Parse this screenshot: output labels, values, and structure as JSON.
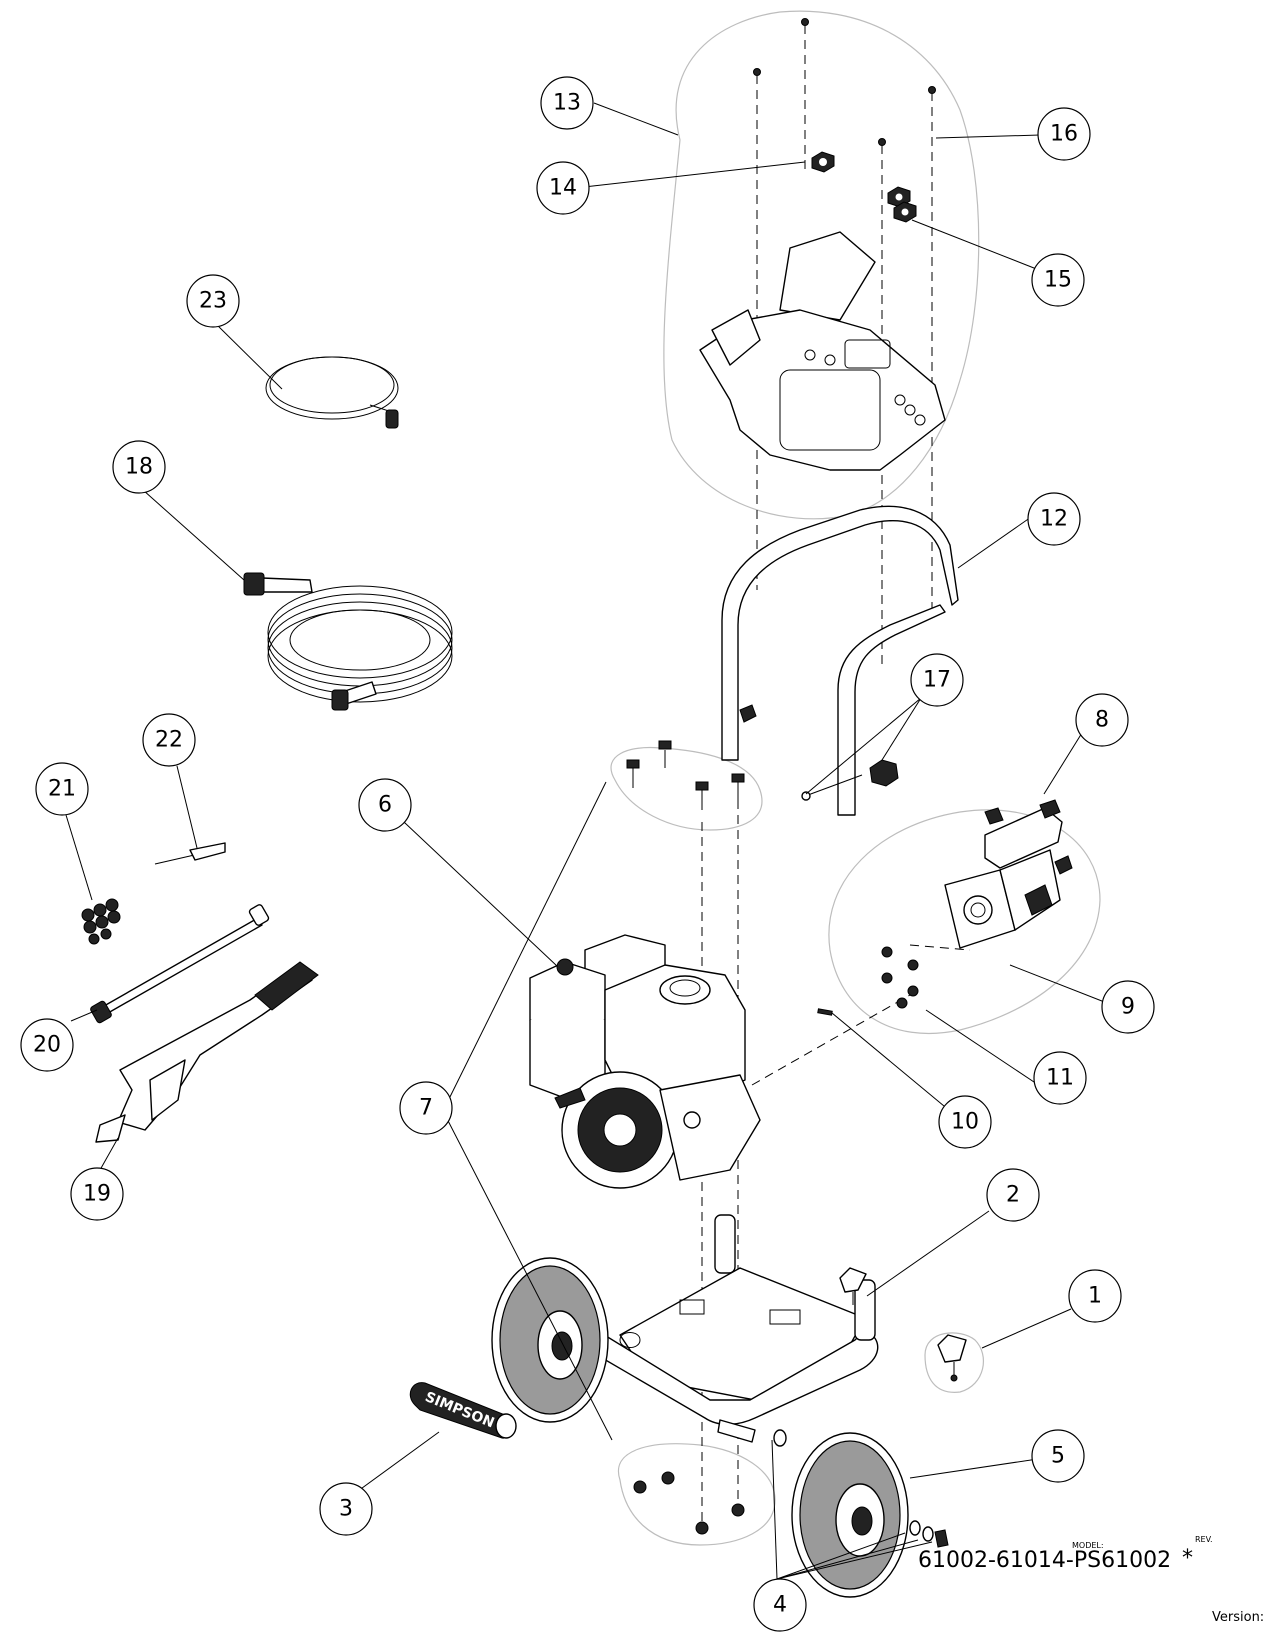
{
  "diagram": {
    "callouts": [
      {
        "id": "c1",
        "label": "1"
      },
      {
        "id": "c2",
        "label": "2"
      },
      {
        "id": "c3",
        "label": "3"
      },
      {
        "id": "c4",
        "label": "4"
      },
      {
        "id": "c5",
        "label": "5"
      },
      {
        "id": "c6",
        "label": "6"
      },
      {
        "id": "c7",
        "label": "7"
      },
      {
        "id": "c8",
        "label": "8"
      },
      {
        "id": "c9",
        "label": "9"
      },
      {
        "id": "c10",
        "label": "10"
      },
      {
        "id": "c11",
        "label": "11"
      },
      {
        "id": "c12",
        "label": "12"
      },
      {
        "id": "c13",
        "label": "13"
      },
      {
        "id": "c14",
        "label": "14"
      },
      {
        "id": "c15",
        "label": "15"
      },
      {
        "id": "c16",
        "label": "16"
      },
      {
        "id": "c17",
        "label": "17"
      },
      {
        "id": "c18",
        "label": "18"
      },
      {
        "id": "c19",
        "label": "19"
      },
      {
        "id": "c20",
        "label": "20"
      },
      {
        "id": "c21",
        "label": "21"
      },
      {
        "id": "c22",
        "label": "22"
      },
      {
        "id": "c23",
        "label": "23"
      }
    ],
    "wand_brand_text": "SIMPSON"
  },
  "title_block": {
    "model_label": "MODEL:",
    "rev_label": "REV.",
    "model_number": "61002-61014-PS61002",
    "rev_value": "*",
    "version_label": "Version:"
  }
}
